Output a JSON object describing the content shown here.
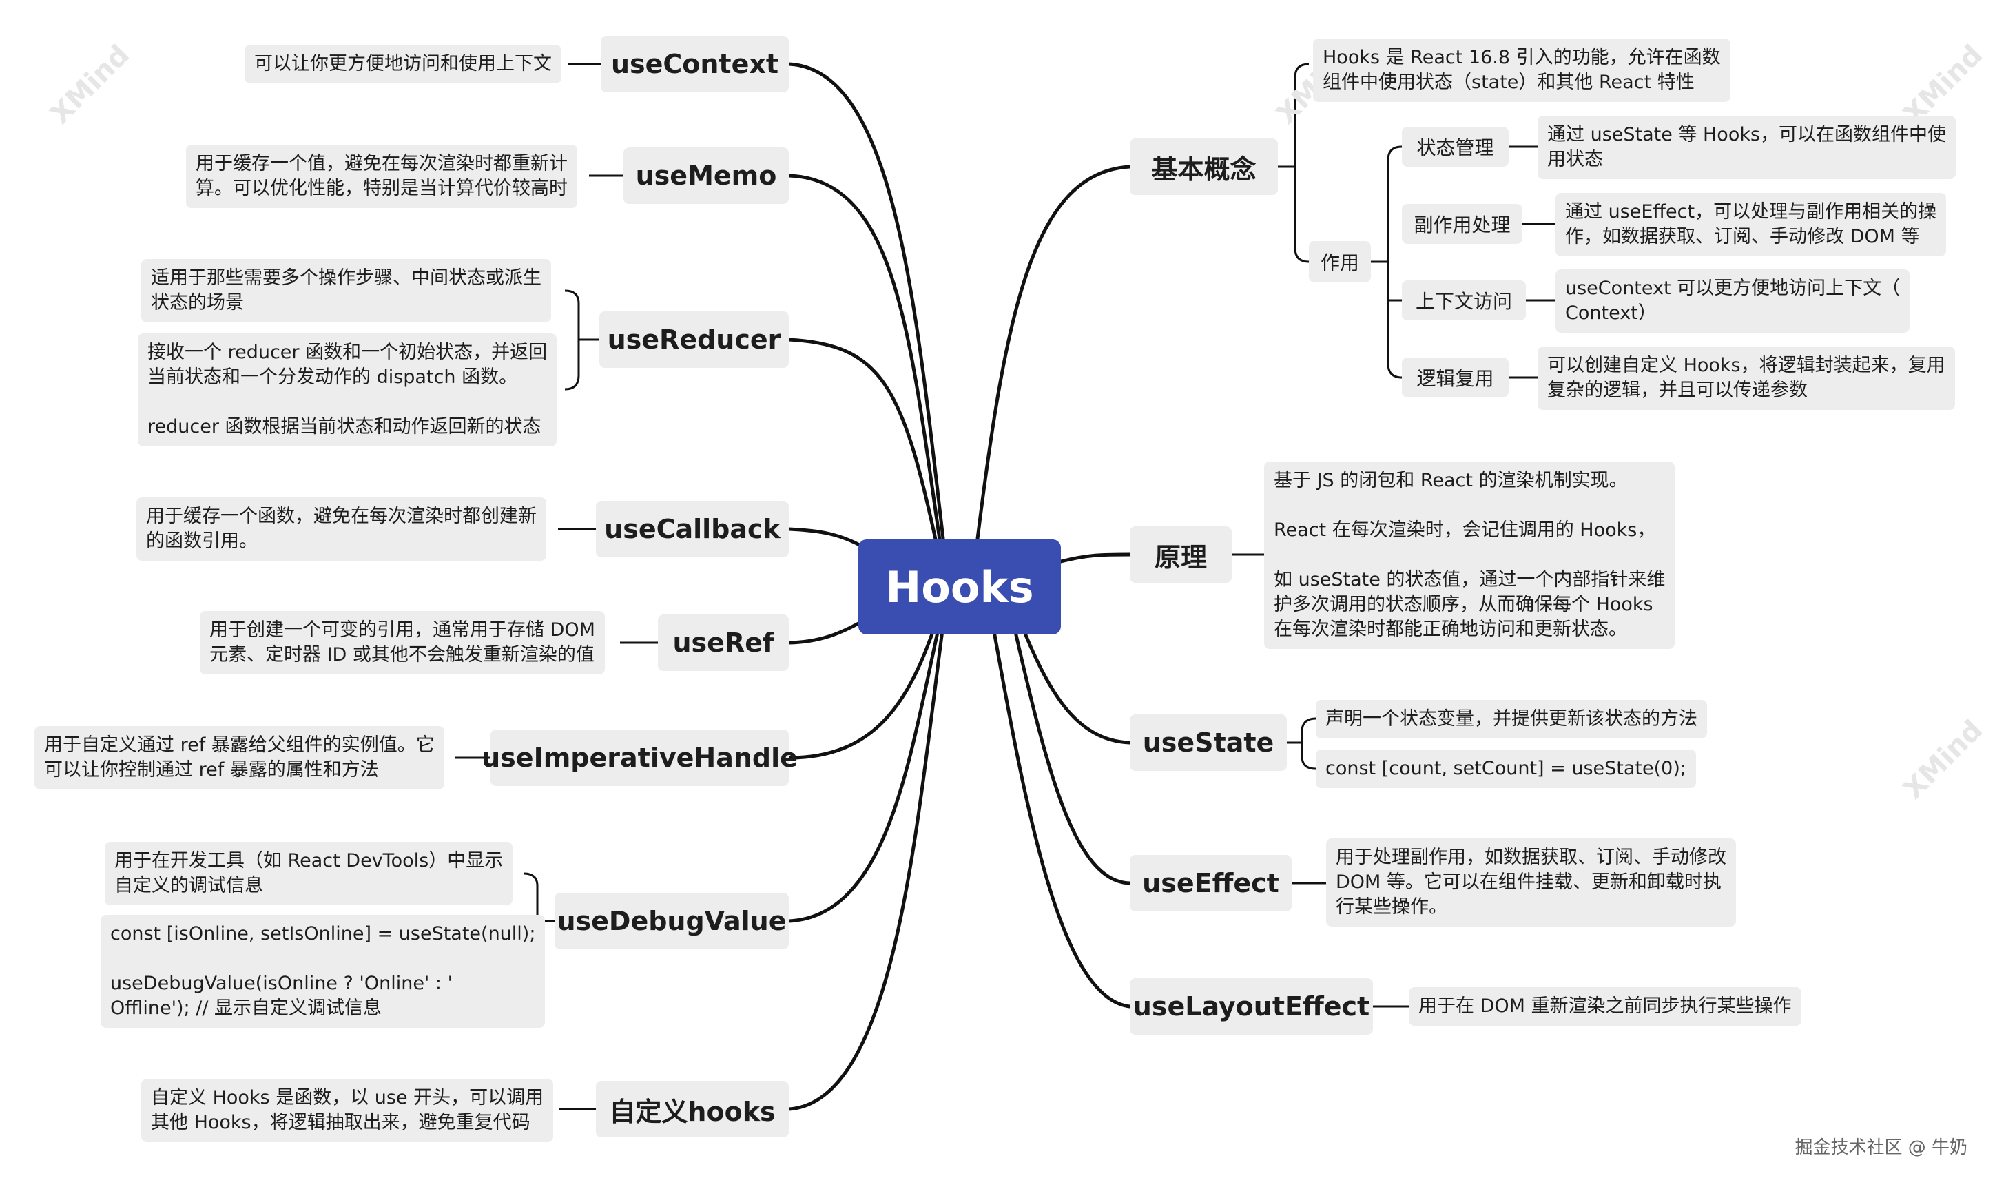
{
  "root": "Hooks",
  "colors": {
    "root_bg": "#3a4db0",
    "node_bg": "#ededed",
    "line": "#111111"
  },
  "left": {
    "useContext": {
      "title": "useContext",
      "text": [
        "可以让你更方便地访问和使用上下文"
      ]
    },
    "useMemo": {
      "title": "useMemo",
      "text": [
        "用于缓存一个值，避免在每次渲染时都重新计",
        "算。可以优化性能，特别是当计算代价较高时"
      ]
    },
    "useReducer": {
      "title": "useReducer",
      "items": [
        [
          "适用于那些需要多个操作步骤、中间状态或派生",
          "状态的场景"
        ],
        [
          "接收一个 reducer 函数和一个初始状态，并返回",
          "当前状态和一个分发动作的 dispatch 函数。",
          "",
          "reducer 函数根据当前状态和动作返回新的状态"
        ]
      ]
    },
    "useCallback": {
      "title": "useCallback",
      "text": [
        "用于缓存一个函数，避免在每次渲染时都创建新",
        "的函数引用。"
      ]
    },
    "useRef": {
      "title": "useRef",
      "text": [
        "用于创建一个可变的引用，通常用于存储 DOM",
        "元素、定时器 ID 或其他不会触发重新渲染的值"
      ]
    },
    "useImperativeHandle": {
      "title": "useImperativeHandle",
      "text": [
        "用于自定义通过 ref 暴露给父组件的实例值。它",
        "可以让你控制通过 ref 暴露的属性和方法"
      ]
    },
    "useDebugValue": {
      "title": "useDebugValue",
      "items": [
        [
          "用于在开发工具（如 React DevTools）中显示",
          "自定义的调试信息"
        ],
        [
          "const [isOnline, setIsOnline] = useState(null);",
          "",
          "useDebugValue(isOnline ? 'Online' : '",
          "Offline'); // 显示自定义调试信息"
        ]
      ]
    },
    "customHooks": {
      "title": "自定义hooks",
      "text": [
        "自定义 Hooks 是函数，以 use 开头，可以调用",
        "其他 Hooks，将逻辑抽取出来，避免重复代码"
      ]
    }
  },
  "right": {
    "basic": {
      "title": "基本概念",
      "intro": [
        "Hooks 是 React 16.8 引入的功能，允许在函数",
        "组件中使用状态（state）和其他 React 特性"
      ],
      "role": "作用",
      "roles": [
        {
          "label": "状态管理",
          "text": [
            "通过 useState 等 Hooks，可以在函数组件中使",
            "用状态"
          ]
        },
        {
          "label": "副作用处理",
          "text": [
            "通过 useEffect，可以处理与副作用相关的操",
            "作，如数据获取、订阅、手动修改 DOM 等"
          ]
        },
        {
          "label": "上下文访问",
          "text": [
            "useContext 可以更方便地访问上下文（",
            "Context）"
          ]
        },
        {
          "label": "逻辑复用",
          "text": [
            "可以创建自定义 Hooks，将逻辑封装起来，复用",
            "复杂的逻辑，并且可以传递参数"
          ]
        }
      ]
    },
    "principle": {
      "title": "原理",
      "text": [
        "基于 JS 的闭包和 React 的渲染机制实现。",
        "",
        "React 在每次渲染时，会记住调用的 Hooks，",
        "",
        "如 useState 的状态值，通过一个内部指针来维",
        "护多次调用的状态顺序，从而确保每个 Hooks",
        "在每次渲染时都能正确地访问和更新状态。"
      ]
    },
    "useState": {
      "title": "useState",
      "items": [
        [
          "声明一个状态变量，并提供更新该状态的方法"
        ],
        [
          "const [count, setCount] = useState(0);"
        ]
      ]
    },
    "useEffect": {
      "title": "useEffect",
      "text": [
        "用于处理副作用，如数据获取、订阅、手动修改",
        "DOM 等。它可以在组件挂载、更新和卸载时执",
        "行某些操作。"
      ]
    },
    "useLayoutEffect": {
      "title": "useLayoutEffect",
      "text": [
        "用于在 DOM 重新渲染之前同步执行某些操作"
      ]
    }
  },
  "watermark": "XMind",
  "footer": "掘金技术社区 @ 牛奶"
}
